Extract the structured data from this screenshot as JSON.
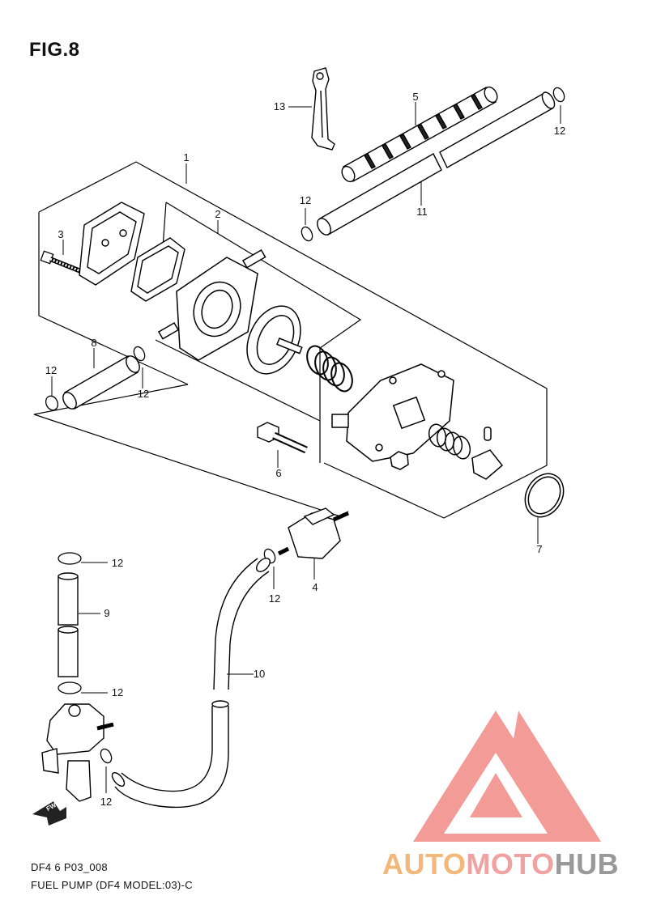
{
  "figure": {
    "title": "FIG.8"
  },
  "callouts": {
    "c1": "1",
    "c2": "2",
    "c3": "3",
    "c4": "4",
    "c5": "5",
    "c6": "6",
    "c7": "7",
    "c8": "8",
    "c9": "9",
    "c10": "10",
    "c11": "11",
    "c12": "12",
    "c13": "13"
  },
  "fwd_label": "FWD",
  "footer": {
    "code": "DF4 6 P03_008",
    "caption": "FUEL PUMP (DF4 MODEL:03)-C"
  },
  "watermark": {
    "part_a": "AUTO",
    "part_b": "MOTO",
    "part_c": "HUB",
    "colors": {
      "auto": "#f3b77a",
      "moto": "#f0a2a0",
      "hub": "#999999",
      "triangle": "#f08a86"
    }
  }
}
